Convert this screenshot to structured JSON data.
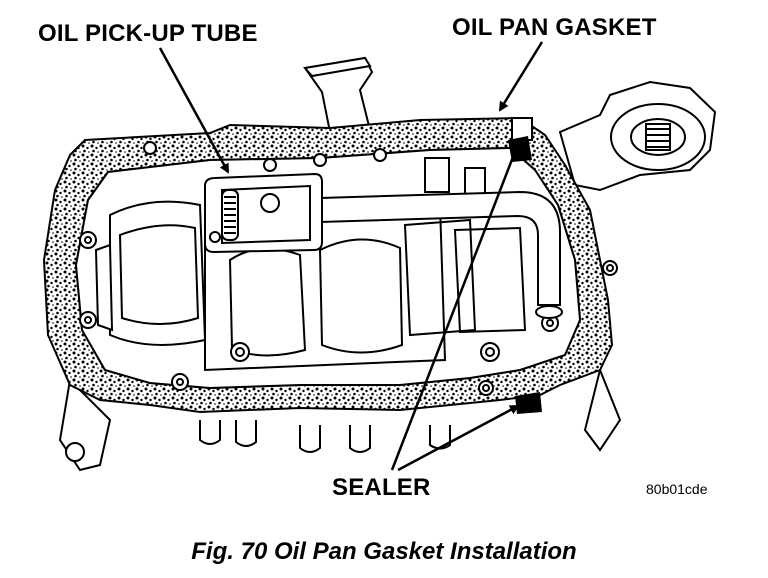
{
  "labels": {
    "pickup_tube": "OIL PICK-UP TUBE",
    "pan_gasket": "OIL PAN GASKET",
    "sealer": "SEALER"
  },
  "reference_code": "80b01cde",
  "caption": "Fig. 70 Oil Pan Gasket Installation"
}
